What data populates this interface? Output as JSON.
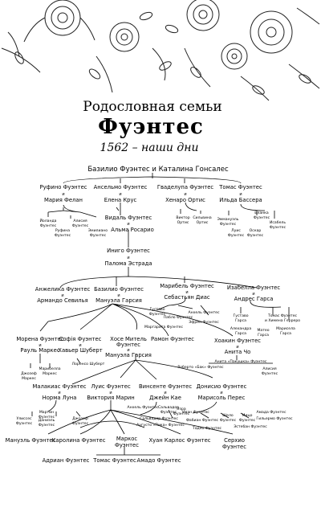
{
  "title": {
    "line1": "Родословная семьи",
    "line2": "Фуэнтес",
    "years": "1562 – наши дни"
  },
  "tree": {
    "root": "Базилио Фуэнтес и Каталина Гонсалес",
    "gen1": {
      "rufino": "Руфино Фуэнтес",
      "i1": "и",
      "maria": "Мария Фелан",
      "anselmo": "Ансельмо Фуэнтес",
      "i2": "и",
      "elena": "Елена Крус",
      "gvadelupa": "Гваделупа Фуэнтес",
      "i3": "и",
      "hener": "Хенаро Ортис",
      "tomas": "Томас Фуэнтес",
      "i4": "и",
      "ilda": "Ильда Бассера"
    },
    "gen1kids": {
      "yolanda1": "Йоланда",
      "yolanda2": "Фуэнтес",
      "rufina1": "Руфина",
      "rufina2": "Фуэнтес",
      "alisiya1": "Алисия",
      "alisiya2": "Фуэнтес",
      "emiliano1": "Эмилиано",
      "emiliano2": "Фуэнтес",
      "viktor1": "Виктор",
      "viktor2": "Ортис",
      "silvina1": "Сильвина",
      "silvina2": "Ортис",
      "emmanuel1": "Эммануэль",
      "emmanuel2": "Фуэнтес",
      "blanka1": "Бланка",
      "blanka2": "Фуэнтес",
      "luis1": "Луис",
      "luis2": "Фуэнтес",
      "oskar1": "Оскар",
      "oskar2": "Фуэнтес",
      "isabel1": "Исабель",
      "isabel2": "Фуэнтес"
    },
    "vidal": "Видаль Фуэнтес",
    "i5": "и",
    "alma": "Альма Росарио",
    "inigo": "Иниго Фуэнтес",
    "i6": "и",
    "paloma": "Палома Эстрада",
    "gen3": {
      "anzhelika": "Анжелика Фуэнтес",
      "i7": "и",
      "armando": "Армандо Севилья",
      "basilio": "Базилио Фуэнтес",
      "i8": "и",
      "manuela": "Мануэла Гарсия",
      "maribel": "Марибель Фуэнтес",
      "i9": "и",
      "sebastyan": "Себастьян Диас",
      "izabella": "Изабелла Фуэнтес",
      "i10": "и",
      "andres": "Андрес Гарса"
    },
    "gen3kids": {
      "gustavo1": "Густаво",
      "gustavo2": "Фуэнтес",
      "pablo": "Пабло Фуэнтес",
      "anxel": "Анхель Фуэнтес",
      "margarita": "Маргарита Фуэнтес",
      "efren": "Эфрен Фуэнтес",
      "gustavo_g1": "Густаво",
      "gustavo_g2": "Гарса",
      "tomas_g1": "Томас Фуэнтес",
      "tomas_g2": "и Химена Герреро",
      "alehandra1": "Алехандра",
      "alehandra2": "Гарса",
      "mateo1": "Матео",
      "mateo2": "Гарса",
      "marisela1": "Марисела",
      "marisela2": "Гарса"
    },
    "gen4": {
      "morena": "Морена Фуэнтес",
      "i11": "и",
      "raul": "Рауль Маркес",
      "sofia": "Софія Фуэнтес",
      "i12": "и",
      "havyer": "Хавьер Шуберт",
      "hose": "Хосе Митель",
      "hose2": "Фуэнтес",
      "i13": "и",
      "manuela2": "Мануэла Гарсия",
      "ramon": "Рамон Фуэнтес",
      "hoakin": "Хоакин Фуэнтес",
      "i14": "и",
      "anita": "Анита Чо"
    },
    "gen4kids": {
      "dzhosef1": "Джозеф",
      "dzhosef2": "Маркес",
      "maribella1": "Марибелла",
      "maribella2": "Маркес",
      "lorenso": "Лоренсо Шуберт",
      "anita_p": "Анита «Пакушка» Фуэнтес",
      "roberto": "Роберто «Бак» Фуэнтес",
      "alisiya_g1": "Алисия",
      "alisiya_g2": "Фуэнтес"
    },
    "gen5": {
      "malakias": "Малакиас Фуэнтес",
      "i15": "и",
      "norma": "Норма Луна",
      "luis": "Луис Фуэнтес",
      "i16": "и",
      "viktoriya": "Виктория Марин",
      "vinsente": "Винсенте Фуэнтес",
      "i17": "и",
      "dzheyn": "Джейн Кае",
      "donisio": "Донисио Фуэнтес",
      "i18": "и",
      "marisol": "Марисоль Перес"
    },
    "gen5kids": {
      "anhel_v": "Анхель Фуэнтес",
      "saluador1": "Сальвадор",
      "saluador2": "Фуэнтес",
      "ehzra1": "Эзра",
      "ehzra2": "Фуэнтес",
      "saluador_f": "Сальвадор Фуэнтес",
      "augusto": "Аугусто «Пика» Фуэнтес",
      "ivan": "Иван Фуэнтес",
      "fabian": "Фабиан Фуэнтес",
      "tsadeo": "Тадео Фуэнтес",
      "shelo1": "Шело",
      "shelo2": "Фуэнтес",
      "mitso1": "Мицо",
      "mitso2": "Фуэнтес",
      "amada1": "Амада Фуэнтес",
      "gilermo": "Гильермо Фуэнтес",
      "esteban": "Эстебан Фуэнтес",
      "ulisses1": "Улиссес",
      "ulisses2": "Фуэнтес",
      "martin1": "Мартин",
      "martin2": "Фуэнтес",
      "daniel1": "Даниэль",
      "daniel2": "Фуэнтес",
      "dzhosef_f1": "Джозеф",
      "dzhosef_f2": "Фуэнтес"
    },
    "gen6": {
      "manuel": "Мануэль Фуэнтес",
      "karolina": "Каролина Фуэнтес",
      "markos1": "Маркос",
      "markos2": "Фуэнтес",
      "huan": "Хуан Карлос Фуэнтес",
      "serhio1": "Серхио",
      "serhio2": "Фуэнтес",
      "adrian": "Адриан Фуэнтес",
      "tomas": "Томас Фуэнтес",
      "amado": "Амадо Фуэнтес"
    }
  }
}
